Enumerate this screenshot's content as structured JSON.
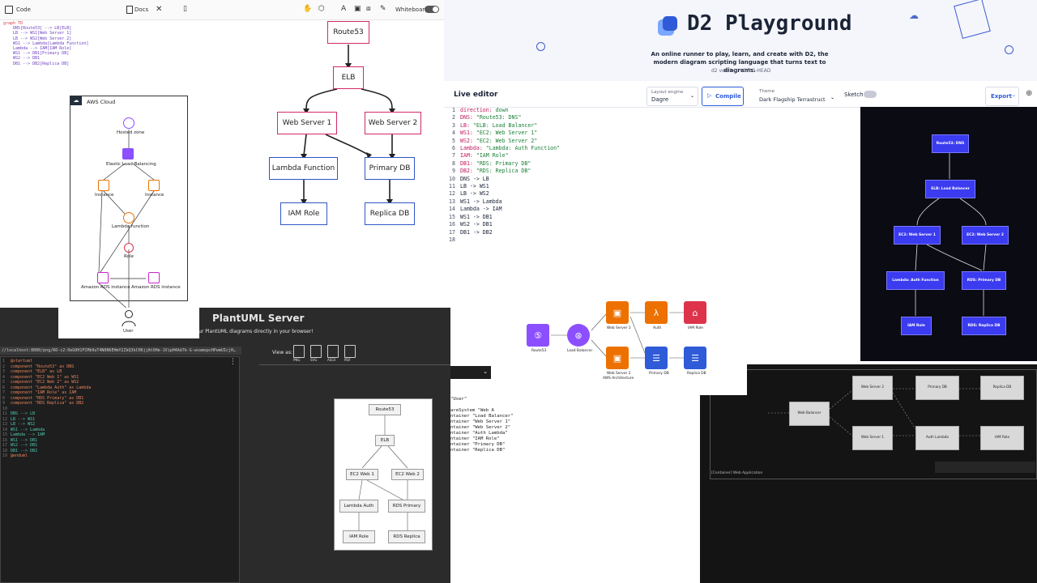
{
  "mermaid": {
    "header": {
      "code_tab": "Code",
      "docs_tab": "Docs",
      "whiteboard_label": "Whiteboard"
    },
    "code_lines": [
      "graph TD",
      "    DNS[Route53] --> LB[ELB]",
      "    LB --> WS1[Web Server 1]",
      "    LB --> WS2[Web Server 2]",
      "    WS1 --> Lambda[Lambda Function]",
      "    Lambda --> IAM[IAM Role]",
      "    WS1 --> DB1[Primary DB]",
      "    WS2 --> DB1",
      "    DB1 --> DB2[Replica DB]"
    ],
    "nodes": {
      "route53": "Route53",
      "elb": "ELB",
      "ws1": "Web Server 1",
      "ws2": "Web Server 2",
      "lambda": "Lambda Function",
      "primary": "Primary DB",
      "iam": "IAM Role",
      "replica": "Replica DB"
    },
    "aws_diagram": {
      "cloud": "AWS Cloud",
      "hosted_zone": "Hosted zone",
      "elb": "Elastic Load Balancing",
      "instance1": "Instance",
      "instance2": "Instance",
      "lambda": "Lambda function",
      "role": "Role",
      "rds1": "Amazon RDS instance",
      "rds2": "Amazon RDS instance",
      "user": "User"
    }
  },
  "d2": {
    "title": "D2 Playground",
    "subtitle": "An online runner to play, learn, and create with D2, the modern diagram scripting language that turns text to diagrams.",
    "version": "d2 version: v0.7.0-HEAD",
    "live_editor": "Live editor",
    "layout_label": "Layout engine",
    "layout_value": "Dagre",
    "compile": "Compile",
    "theme_label": "Theme",
    "theme_value": "Dark Flagship Terrastruct",
    "sketch": "Sketch",
    "export": "Export",
    "code_lines": [
      {
        "n": "1",
        "k": "direction: ",
        "s": "down"
      },
      {
        "n": "2",
        "k": "DNS: ",
        "s": "\"Route53: DNS\""
      },
      {
        "n": "3",
        "k": "LB: ",
        "s": "\"ELB: Load Balancer\""
      },
      {
        "n": "4",
        "k": "WS1: ",
        "s": "\"EC2: Web Server 1\""
      },
      {
        "n": "5",
        "k": "WS2: ",
        "s": "\"EC2: Web Server 2\""
      },
      {
        "n": "6",
        "k": "Lambda: ",
        "s": "\"Lambda: Auth Function\""
      },
      {
        "n": "7",
        "k": "IAM: ",
        "s": "\"IAM Role\""
      },
      {
        "n": "8",
        "k": "DB1: ",
        "s": "\"RDS: Primary DB\""
      },
      {
        "n": "9",
        "k": "DB2: ",
        "s": "\"RDS: Replica DB\""
      },
      {
        "n": "10",
        "k": "",
        "s": "DNS -> LB"
      },
      {
        "n": "11",
        "k": "",
        "s": "LB -> WS1"
      },
      {
        "n": "12",
        "k": "",
        "s": "LB -> WS2"
      },
      {
        "n": "13",
        "k": "",
        "s": "WS1 -> Lambda"
      },
      {
        "n": "14",
        "k": "",
        "s": "Lambda -> IAM"
      },
      {
        "n": "15",
        "k": "",
        "s": "WS1 -> DB1"
      },
      {
        "n": "16",
        "k": "",
        "s": "WS2 -> DB1"
      },
      {
        "n": "17",
        "k": "",
        "s": "DB1 -> DB2"
      },
      {
        "n": "18",
        "k": "",
        "s": ""
      }
    ],
    "preview_nodes": {
      "dns": "Route53: DNS",
      "lb": "ELB: Load Balancer",
      "ws1": "EC2: Web Server 1",
      "ws2": "EC2: Web Server 2",
      "lambda": "Lambda: Auth Function",
      "db1": "RDS: Primary DB",
      "iam": "IAM Role",
      "db2": "RDS: Replica DB"
    }
  },
  "plantuml": {
    "title": "PlantUML Server",
    "tagline": "Create your PlantUML diagrams directly in your browser!",
    "view_as": "View as:",
    "formats": [
      "PNG",
      "SVG",
      "ASCII",
      "PDF"
    ],
    "url": "//localhost:8080/png/RO-c2:0eG0H1FCMb9uT4N0N6EHmY2ZkQ3kCH6jjAtOHe-1VipH4Ad7k-G-wvamopcHPwmUIcjH…",
    "code_lines": [
      {
        "n": "1",
        "t": "@startuml",
        "c": "c"
      },
      {
        "n": "2",
        "t": "component \"Route53\" as DNS",
        "c": "c"
      },
      {
        "n": "3",
        "t": "component \"ELB\" as LB",
        "c": "c"
      },
      {
        "n": "4",
        "t": "component \"EC2 Web 1\" as WS1",
        "c": "c"
      },
      {
        "n": "5",
        "t": "component \"EC2 Web 2\" as WS2",
        "c": "c"
      },
      {
        "n": "6",
        "t": "component \"Lambda Auth\" as Lambda",
        "c": "c"
      },
      {
        "n": "7",
        "t": "component \"IAM Role\" as IAM",
        "c": "c"
      },
      {
        "n": "8",
        "t": "component \"RDS Primary\" as DB1",
        "c": "c"
      },
      {
        "n": "9",
        "t": "component \"RDS Replica\" as DB2",
        "c": "c"
      },
      {
        "n": "10",
        "t": "",
        "c": "a"
      },
      {
        "n": "11",
        "t": "DNS --> LB",
        "c": "g"
      },
      {
        "n": "12",
        "t": "LB --> WS1",
        "c": "g"
      },
      {
        "n": "13",
        "t": "LB --> WS2",
        "c": "g"
      },
      {
        "n": "14",
        "t": "WS1 --> Lambda",
        "c": "g"
      },
      {
        "n": "15",
        "t": "Lambda --> IAM",
        "c": "g"
      },
      {
        "n": "16",
        "t": "WS1 --> DB1",
        "c": "g"
      },
      {
        "n": "17",
        "t": "WS2 --> DB1",
        "c": "g"
      },
      {
        "n": "18",
        "t": "DB1 --> DB2",
        "c": "g"
      },
      {
        "n": "19",
        "t": "@enduml",
        "c": "c"
      }
    ],
    "nodes": {
      "route53": "Route53",
      "elb": "ELB",
      "web1": "EC2 Web 1",
      "web2": "EC2 Web 2",
      "lambda": "Lambda Auth",
      "primary": "RDS Primary",
      "iam": "IAM Role",
      "replica": "RDS Replica"
    }
  },
  "aws_image": {
    "route53": "Route53",
    "lb": "Load Balancer",
    "ws1": "Web Server 1",
    "auth": "Auth",
    "iam": "IAM Role",
    "ws2": "Web Server 2",
    "ws2b": "AWS Architecture",
    "primary": "Primary DB",
    "replica": "Replica DB"
  },
  "c4": {
    "lines": [
      "\"User\"",
      "",
      "areSystem \"Web A",
      "ntainer \"Load Balancer\"",
      "ntainer \"Web Server 1\"",
      "ntainer \"Web Server 2\"",
      "ntainer \"Auth Lambda\"",
      "ntainer \"IAM Role\"",
      "ntainer \"Primary DB\"",
      "ntainer \"Replica DB\""
    ]
  },
  "dark": {
    "lb": "Web Balancer",
    "ws2": "Web Server 2",
    "primary": "Primary DB",
    "replica": "Replica DB",
    "ws1": "Web Server 1",
    "auth": "Auth Lambda",
    "iam": "IAM Role",
    "footer": "[Container] Web Application"
  }
}
